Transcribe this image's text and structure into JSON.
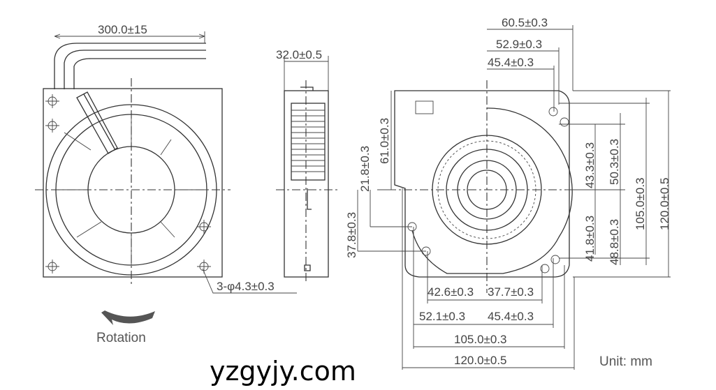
{
  "left_view": {
    "cable_length": "300.0±15",
    "mounting_holes": "3-φ4.3±0.3",
    "rotation_label": "Rotation"
  },
  "side_view": {
    "thickness": "32.0±0.5"
  },
  "front_view": {
    "top": [
      "60.5±0.3",
      "52.9±0.3",
      "45.4±0.3"
    ],
    "left": [
      "21.8±0.3",
      "61.0±0.3",
      "37.8±0.3"
    ],
    "right": [
      "43.3±0.3",
      "41.8±0.3",
      "50.3±0.3",
      "48.8±0.3",
      "105.0±0.3",
      "120.0±0.5"
    ],
    "bottom": [
      "42.6±0.3",
      "37.7±0.3",
      "52.1±0.3",
      "45.4±0.3",
      "105.0±0.3",
      "120.0±0.5"
    ]
  },
  "unit": "Unit: mm",
  "watermark": "yzgyjy.com"
}
